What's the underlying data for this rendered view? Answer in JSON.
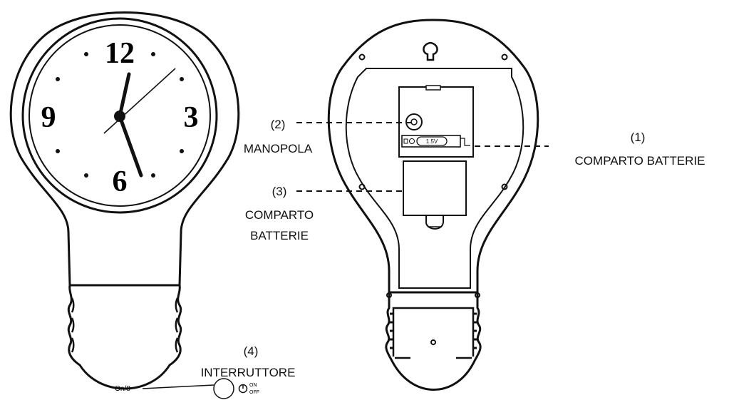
{
  "front_clock": {
    "numerals": {
      "n12": "12",
      "n3": "3",
      "n6": "6",
      "n9": "9"
    },
    "bottom_label": "On/8"
  },
  "back_panel": {
    "battery_cell_label": "1.5V"
  },
  "switch": {
    "on_label": "ON",
    "off_label": "OFF"
  },
  "callouts": [
    {
      "id": "1",
      "number": "(1)",
      "lines": [
        "COMPARTO BATTERIE"
      ]
    },
    {
      "id": "2",
      "number": "(2)",
      "lines": [
        "MANOPOLA"
      ]
    },
    {
      "id": "3",
      "number": "(3)",
      "lines": [
        "COMPARTO",
        "BATTERIE"
      ]
    },
    {
      "id": "4",
      "number": "(4)",
      "lines": [
        "INTERRUTTORE"
      ]
    }
  ],
  "colors": {
    "ink": "#111111",
    "background": "#ffffff",
    "light_fill": "#fafafa"
  }
}
